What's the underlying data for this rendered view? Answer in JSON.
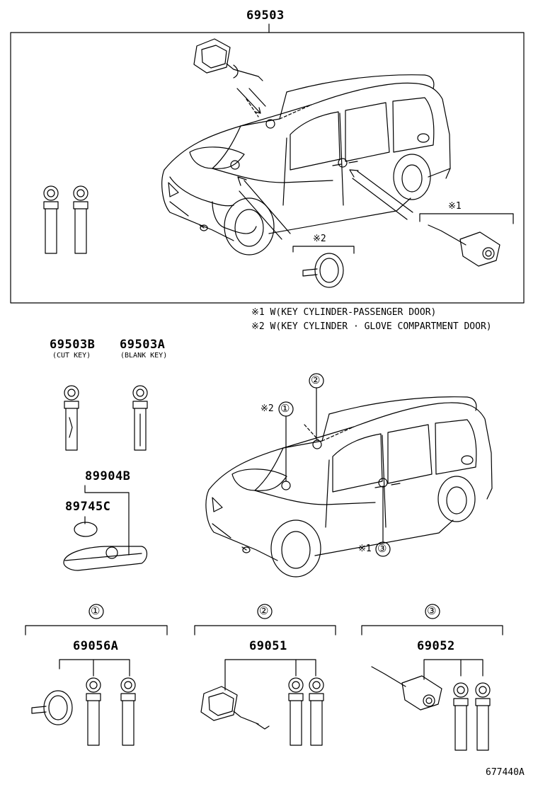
{
  "main_assembly": "69503",
  "notes": [
    "※1 W(KEY CYLINDER-PASSENGER DOOR)",
    "※2 W(KEY CYLINDER · GLOVE COMPARTMENT DOOR)"
  ],
  "parts": {
    "cut_key": {
      "number": "69503B",
      "desc": "(CUT KEY)"
    },
    "blank_key": {
      "number": "69503A",
      "desc": "(BLANK KEY)"
    },
    "remote": "89904B",
    "battery": "89745C"
  },
  "callouts": {
    "c1": "①",
    "c2": "②",
    "c3": "③",
    "mark1": "※1",
    "mark2": "※2",
    "label_mark1": "※1",
    "label_mark2": "※2"
  },
  "sets": [
    {
      "circle": "①",
      "number": "69056A"
    },
    {
      "circle": "②",
      "number": "69051"
    },
    {
      "circle": "③",
      "number": "69052"
    }
  ],
  "figure_id": "677440A"
}
